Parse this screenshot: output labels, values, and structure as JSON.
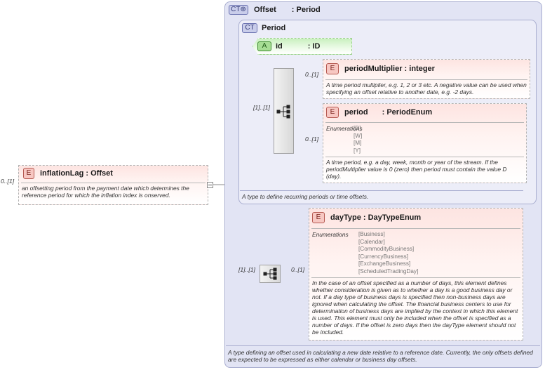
{
  "offset_ct": {
    "badge": "CT",
    "name": "Offset",
    "type": ": Period",
    "description": "A type defining an offset used in calculating a new date relative to a reference date. Currently, the only offsets defined are expected to be expressed as either calendar or business day offsets."
  },
  "period_ct": {
    "badge": "CT",
    "name": "Period",
    "description": "A type to define recurring periods or time offsets."
  },
  "id_attr": {
    "badge": "A",
    "name": "id",
    "type": ": ID"
  },
  "period_multiplier": {
    "badge": "E",
    "title": "periodMultiplier : integer",
    "cardinality": "0..[1]",
    "description": "A time period multiplier, e.g. 1, 2 or 3 etc. A negative value can be used when specifying an offset relative to another date, e.g. -2 days."
  },
  "period_elem": {
    "badge": "E",
    "name": "period",
    "type": ": PeriodEnum",
    "cardinality": "0..[1]",
    "enum_label": "Enumerations",
    "enums": [
      "[D]",
      "[W]",
      "[M]",
      "[Y]"
    ],
    "description": "A time period, e.g. a day, week, month or year of the stream. If the periodMultiplier value is 0 (zero) then period must contain the value D (day)."
  },
  "period_seq_cardinality": "[1]..[1]",
  "daytype_seq_cardinality": "[1]..[1]",
  "daytype": {
    "badge": "E",
    "title": "dayType : DayTypeEnum",
    "cardinality": "0..[1]",
    "enum_label": "Enumerations",
    "enums": [
      "[Business]",
      "[Calendar]",
      "[CommodityBusiness]",
      "[CurrencyBusiness]",
      "[ExchangeBusiness]",
      "[ScheduledTradingDay]"
    ],
    "description": "In the case of an offset specified as a number of days, this element defines whether consideration is given as to whether a day is a good business day or not. If a day type of business days is specified then non-business days are ignored when calculating the offset. The financial business centers to use for determination of business days are implied by the context in which this element is used. This element must only be included when the offset is specified as a number of days. If the offset is zero days then the dayType element should not be included."
  },
  "inflation_lag": {
    "badge": "E",
    "title": "inflationLag : Offset",
    "cardinality": "0..[1]",
    "description": "an offsetting period from the payment date which determines the reference period for which the inflation index is onserved."
  }
}
